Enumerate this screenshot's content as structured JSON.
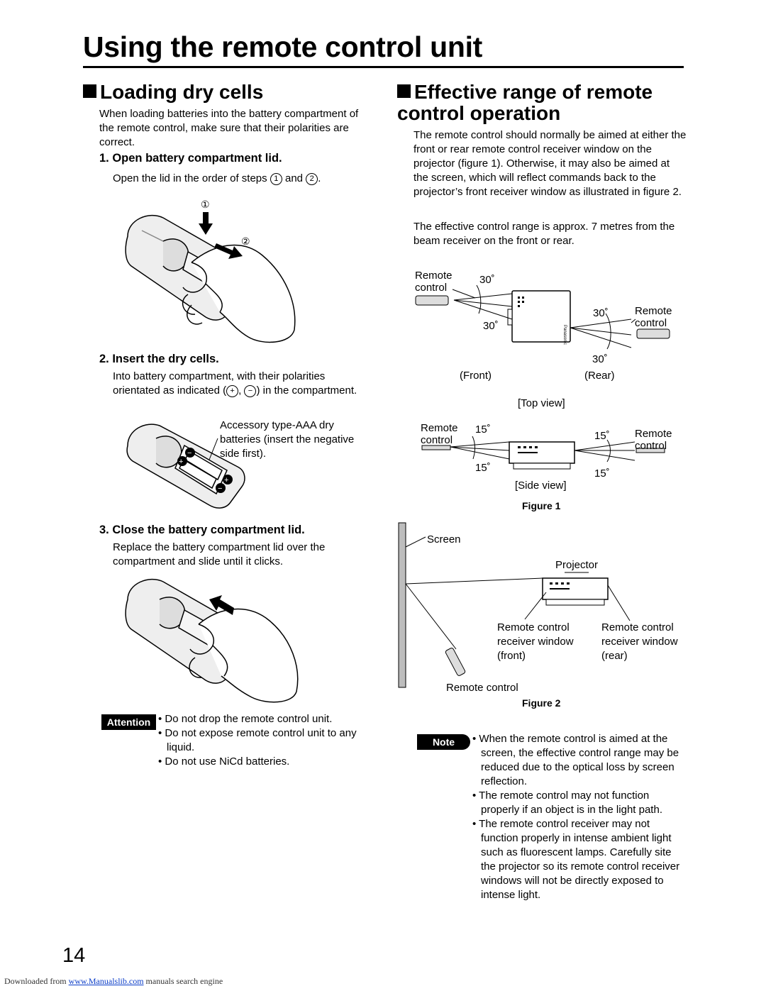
{
  "title": "Using the remote control unit",
  "left": {
    "heading": "Loading dry cells",
    "intro": "When loading batteries into the battery compartment of the remote control, make sure that their polarities are correct.",
    "step1": {
      "title": "1. Open battery compartment lid.",
      "text_before": "Open the lid in the order of steps",
      "and": "and",
      "end": ".",
      "marker1": "1",
      "marker2": "2"
    },
    "step2": {
      "title": "2. Insert the dry cells.",
      "text_a": "Into battery compartment, with their polarities orientated as indicated (",
      "text_b": ") in the compartment.",
      "plus": "+",
      "minus": "−",
      "callout": "Accessory type-AAA dry batteries (insert the negative side first)."
    },
    "step3": {
      "title": "3. Close the battery compartment lid.",
      "text": "Replace the battery compartment lid over the compartment and slide until it clicks."
    },
    "attention": {
      "badge": "Attention",
      "items": [
        "Do not drop the remote control unit.",
        "Do not expose remote control unit to any liquid.",
        "Do not use NiCd batteries."
      ]
    }
  },
  "right": {
    "heading": "Effective range of remote control operation",
    "para1": "The remote control should normally be aimed at either the front or rear remote control receiver window on the projector (figure 1). Otherwise, it may also be aimed at the screen, which will reflect commands back to the projector’s front receiver window as illustrated in figure 2.",
    "para2": "The effective control range is approx. 7 metres from the beam receiver on the front or rear.",
    "figure1": {
      "remote_label": "Remote control",
      "remote_label_line1": "Remote",
      "remote_label_line2": "control",
      "angle30": "30˚",
      "angle15": "15˚",
      "front": "(Front)",
      "rear": "(Rear)",
      "top_view": "[Top view]",
      "side_view": "[Side view]",
      "brand": "Panasonic",
      "caption": "Figure 1"
    },
    "figure2": {
      "screen": "Screen",
      "projector": "Projector",
      "rc_front_1": "Remote control",
      "rc_front_2": "receiver window",
      "rc_front_3": "(front)",
      "rc_rear_1": "Remote control",
      "rc_rear_2": "receiver window",
      "rc_rear_3": "(rear)",
      "remote": "Remote control",
      "caption": "Figure 2"
    },
    "note": {
      "badge": "Note",
      "items": [
        "When the remote control is aimed at the screen, the effective control range may be reduced due to the optical loss by screen reflection.",
        "The remote control may not function properly if an object is in the light path.",
        "The remote control receiver may not function properly in intense ambient light such as fluorescent lamps. Carefully site the projector so its remote control receiver windows will not be directly exposed to intense light."
      ]
    }
  },
  "page_number": "14",
  "footer": {
    "prefix": "Downloaded from",
    "link": "www.Manualslib.com",
    "suffix": "manuals search engine"
  },
  "colors": {
    "badge": "#000000",
    "screen": "#bdbdbd",
    "link": "#0a3cc8"
  }
}
